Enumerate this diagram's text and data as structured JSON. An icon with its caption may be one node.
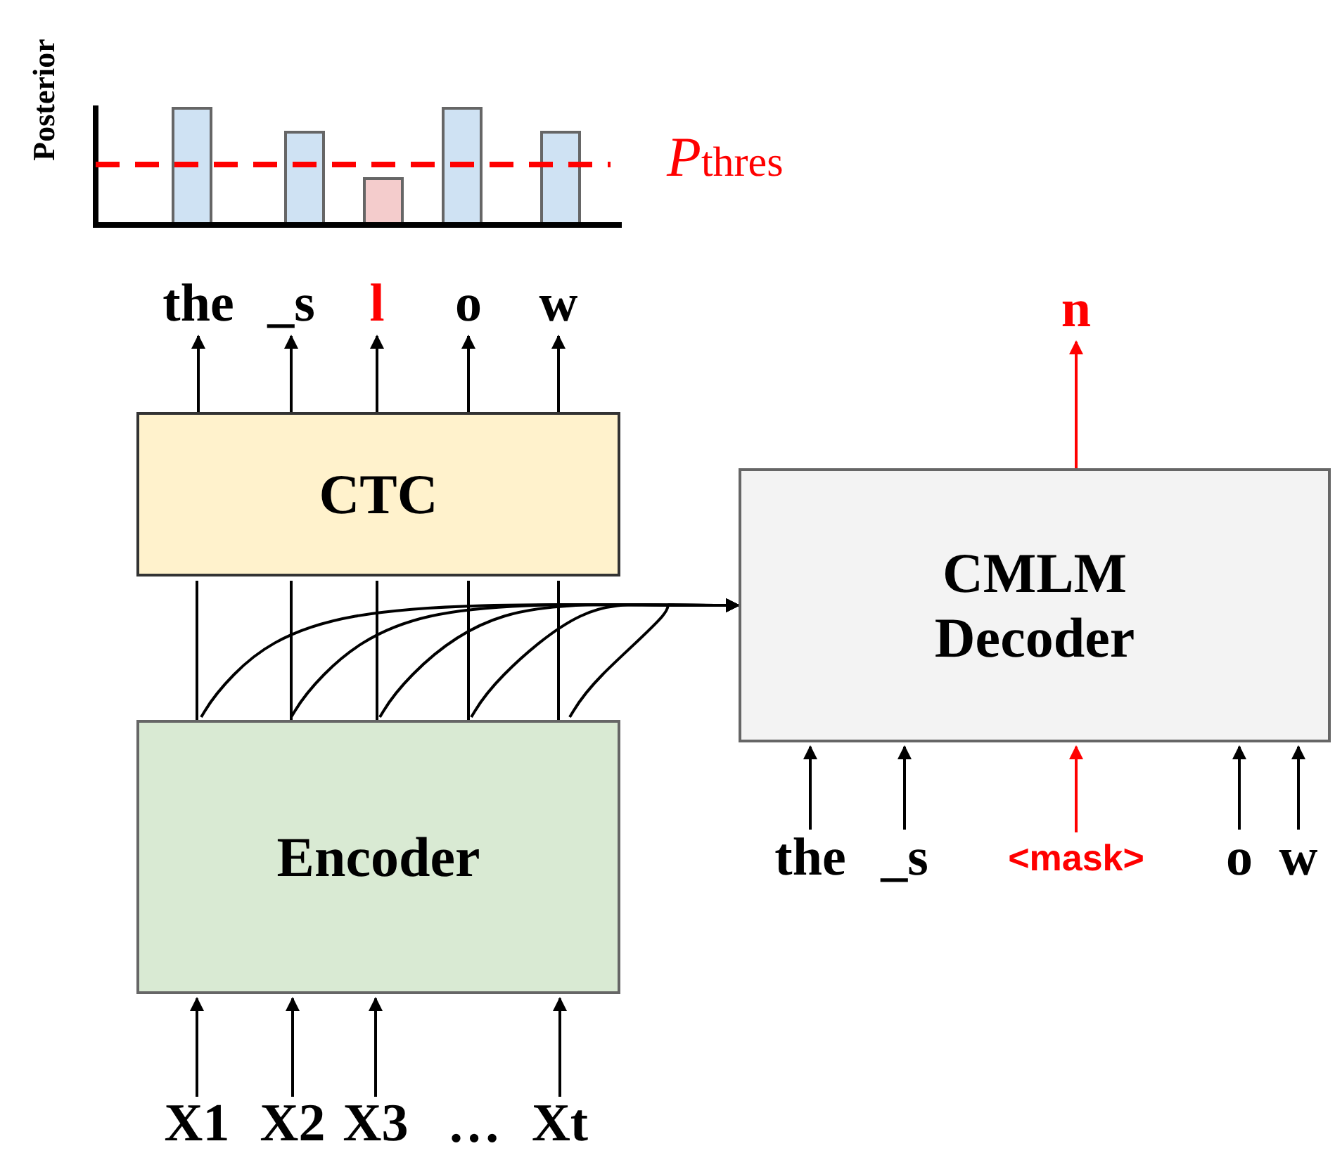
{
  "diagram": {
    "nodes": [
      {
        "text": [
          "CTC"
        ]
      },
      {
        "text": [
          "Encoder"
        ]
      },
      {
        "text": [
          "CMLM Decoder"
        ]
      },
      {
        "text": [
          "the"
        ]
      },
      {
        "text": [
          "_s"
        ]
      },
      {
        "text": [
          "l"
        ]
      },
      {
        "text": [
          "o"
        ]
      },
      {
        "text": [
          "w"
        ]
      },
      {
        "text": [
          "n"
        ]
      },
      {
        "text": [
          "the"
        ]
      },
      {
        "text": [
          "_s"
        ]
      },
      {
        "text": [
          "<mask>"
        ]
      },
      {
        "text": [
          "o"
        ]
      },
      {
        "text": [
          "w"
        ]
      },
      {
        "text": [
          "X1"
        ]
      },
      {
        "text": [
          "X2"
        ]
      },
      {
        "text": [
          "X3"
        ]
      },
      {
        "text": [
          "Xt"
        ]
      }
    ],
    "edges": [
      {
        "from": 0,
        "to": 3,
        "arrow": "to"
      },
      {
        "from": 0,
        "to": 4,
        "arrow": "to"
      },
      {
        "from": 0,
        "to": 5,
        "arrow": "to"
      },
      {
        "from": 0,
        "to": 6,
        "arrow": "to"
      },
      {
        "from": 0,
        "to": 7,
        "arrow": "to"
      },
      {
        "from": 1,
        "to": 0,
        "arrow": "none"
      },
      {
        "from": 1,
        "to": 0,
        "arrow": "none"
      },
      {
        "from": 1,
        "to": 0,
        "arrow": "none"
      },
      {
        "from": 1,
        "to": 0,
        "arrow": "none"
      },
      {
        "from": 1,
        "to": 0,
        "arrow": "none"
      },
      {
        "from": 1,
        "to": 2,
        "arrow": "to"
      },
      {
        "from": 1,
        "to": 2,
        "arrow": "to"
      },
      {
        "from": 1,
        "to": 2,
        "arrow": "to"
      },
      {
        "from": 1,
        "to": 2,
        "arrow": "to"
      },
      {
        "from": 1,
        "to": 2,
        "arrow": "to"
      },
      {
        "from": 2,
        "to": 8,
        "arrow": "to",
        "color": "#ff0000"
      },
      {
        "from": 9,
        "to": 2,
        "arrow": "to"
      },
      {
        "from": 10,
        "to": 2,
        "arrow": "to"
      },
      {
        "from": 11,
        "to": 2,
        "arrow": "to",
        "color": "#ff0000"
      },
      {
        "from": 12,
        "to": 2,
        "arrow": "to"
      },
      {
        "from": 13,
        "to": 2,
        "arrow": "to"
      },
      {
        "from": 14,
        "to": 1,
        "arrow": "to"
      },
      {
        "from": 15,
        "to": 1,
        "arrow": "to"
      },
      {
        "from": 16,
        "to": 1,
        "arrow": "to"
      },
      {
        "from": 17,
        "to": 1,
        "arrow": "to"
      }
    ],
    "labels": [
      "Posterior",
      "Pthres",
      "…"
    ]
  }
}
